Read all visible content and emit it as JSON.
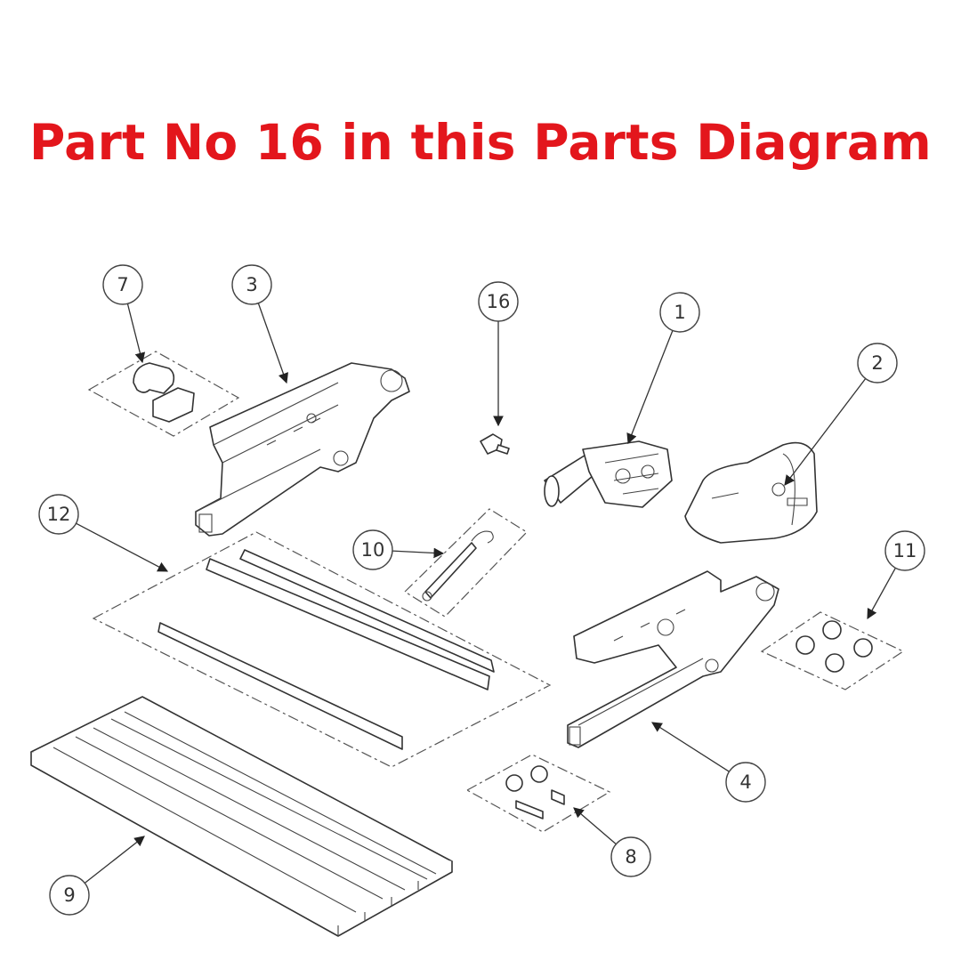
{
  "title": "Part No 16 in this Parts Diagram",
  "colors": {
    "title": "#e3161c",
    "line": "#333333"
  },
  "callouts": [
    {
      "label": "7",
      "part": "clip-set"
    },
    {
      "label": "3",
      "part": "left-bracket-arm"
    },
    {
      "label": "16",
      "part": "bolt"
    },
    {
      "label": "1",
      "part": "motor"
    },
    {
      "label": "2",
      "part": "motor-cover"
    },
    {
      "label": "12",
      "part": "rail-set"
    },
    {
      "label": "10",
      "part": "spring"
    },
    {
      "label": "11",
      "part": "bushing-set"
    },
    {
      "label": "4",
      "part": "right-bracket-arm"
    },
    {
      "label": "8",
      "part": "pin-set"
    },
    {
      "label": "9",
      "part": "step-tread"
    }
  ]
}
